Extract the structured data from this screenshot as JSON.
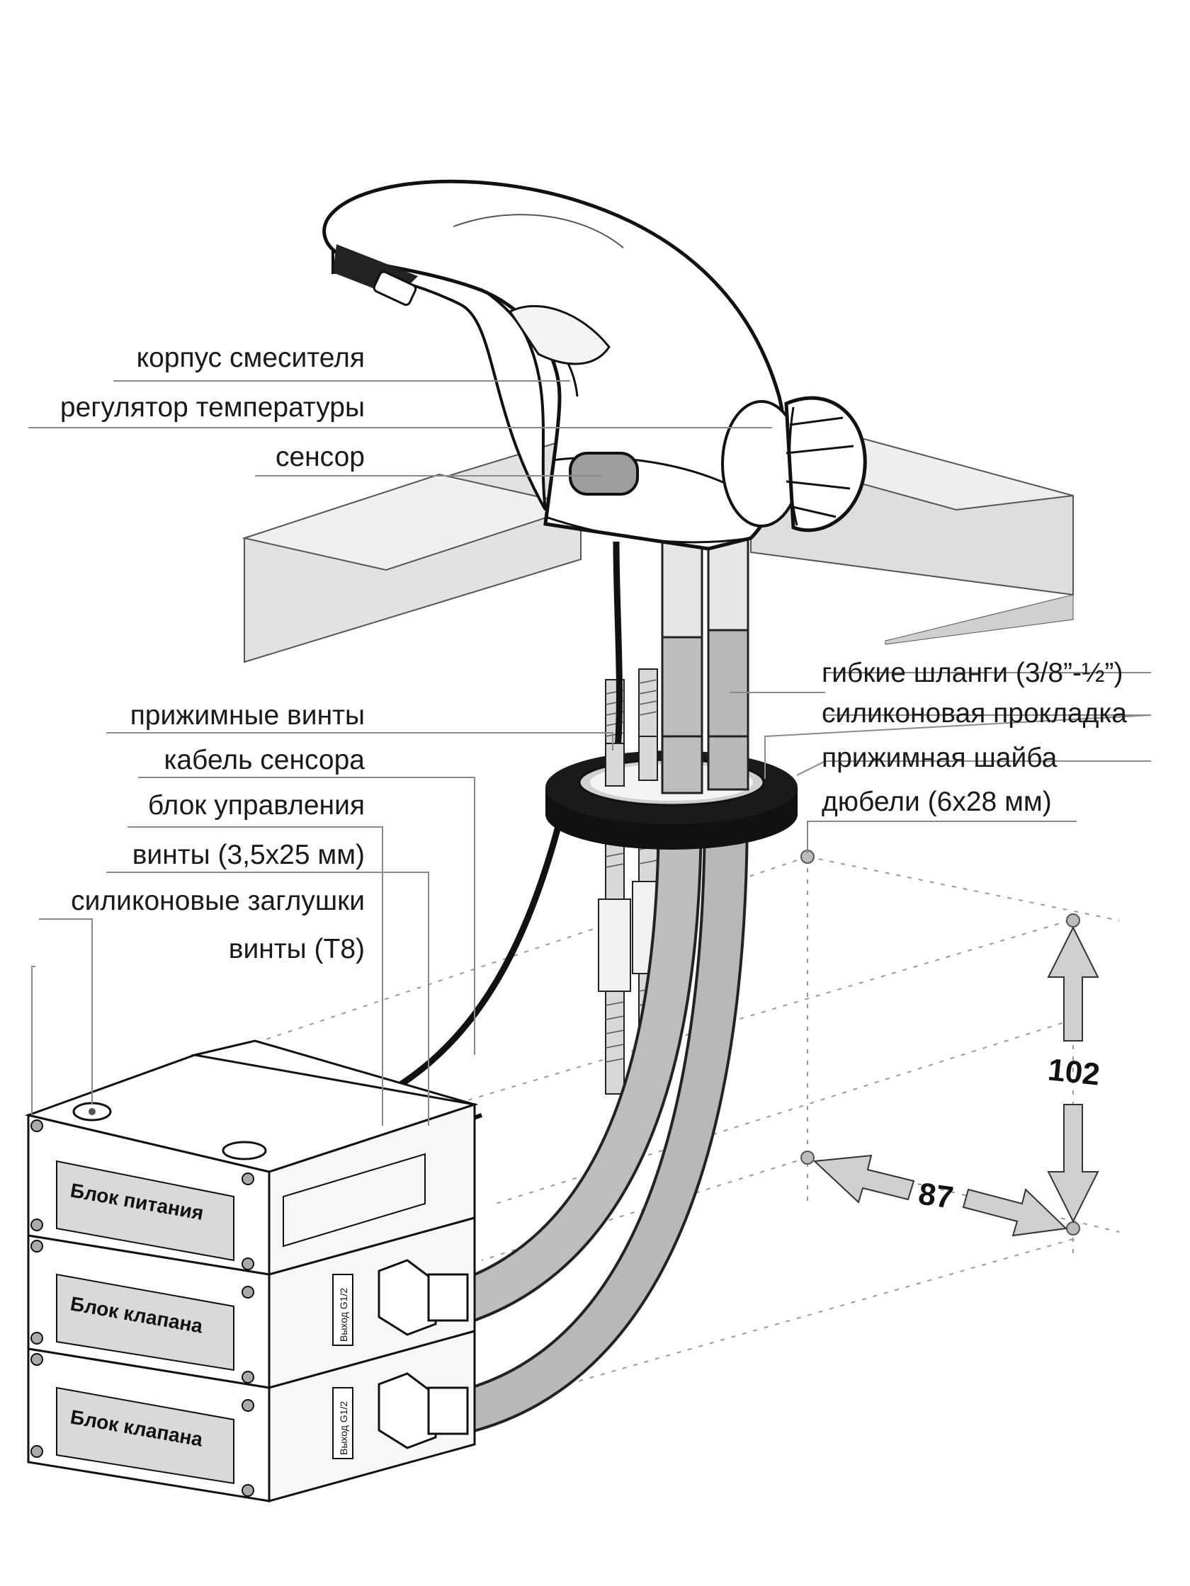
{
  "labels": {
    "body": "корпус смесителя",
    "temp_regulator": "регулятор температуры",
    "sensor": "сенсор",
    "hoses": "гибкие шланги (3/8”-½”)",
    "gasket": "силиконовая прокладка",
    "washer": "прижимная шайба",
    "dowels": "дюбели (6x28 мм)",
    "clamp_screws": "прижимные винты",
    "sensor_cable": "кабель сенсора",
    "control_unit": "блок управления",
    "screws_35x25": "винты (3,5x25 мм)",
    "silicone_plugs": "силиконовые заглушки",
    "screws_t8": "винты (T8)"
  },
  "dimensions": {
    "vertical": "102",
    "horizontal": "87"
  },
  "modules": [
    {
      "name": "Блок питания"
    },
    {
      "name": "Блок клапана",
      "outlet": "Выход G1/2"
    },
    {
      "name": "Блок клапана",
      "outlet": "Выход G1/2"
    }
  ]
}
